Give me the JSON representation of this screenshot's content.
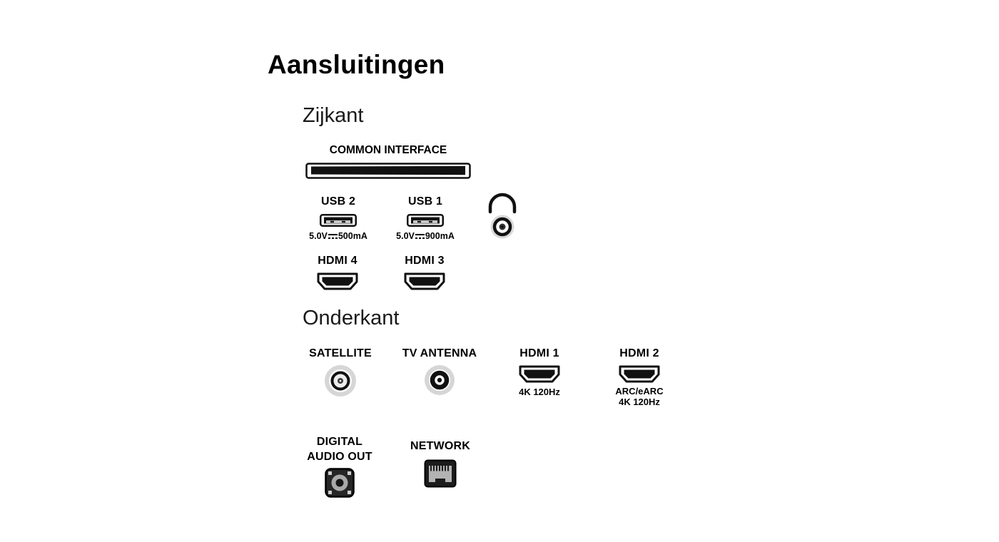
{
  "title": "Aansluitingen",
  "side": {
    "heading": "Zijkant",
    "common_interface": {
      "label": "COMMON INTERFACE"
    },
    "usb2": {
      "label": "USB 2",
      "volt": "5.0V",
      "amp": "500mA"
    },
    "usb1": {
      "label": "USB 1",
      "volt": "5.0V",
      "amp": "900mA"
    },
    "hdmi4": {
      "label": "HDMI 4"
    },
    "hdmi3": {
      "label": "HDMI 3"
    }
  },
  "bottom": {
    "heading": "Onderkant",
    "satellite": {
      "label": "SATELLITE"
    },
    "tv_antenna": {
      "label": "TV ANTENNA"
    },
    "hdmi1": {
      "label": "HDMI 1",
      "spec": "4K 120Hz"
    },
    "hdmi2": {
      "label": "HDMI 2",
      "spec1": "ARC/eARC",
      "spec2": "4K 120Hz"
    },
    "digital_audio_out": {
      "label_line1": "DIGITAL",
      "label_line2": "AUDIO OUT"
    },
    "network": {
      "label": "NETWORK"
    }
  }
}
